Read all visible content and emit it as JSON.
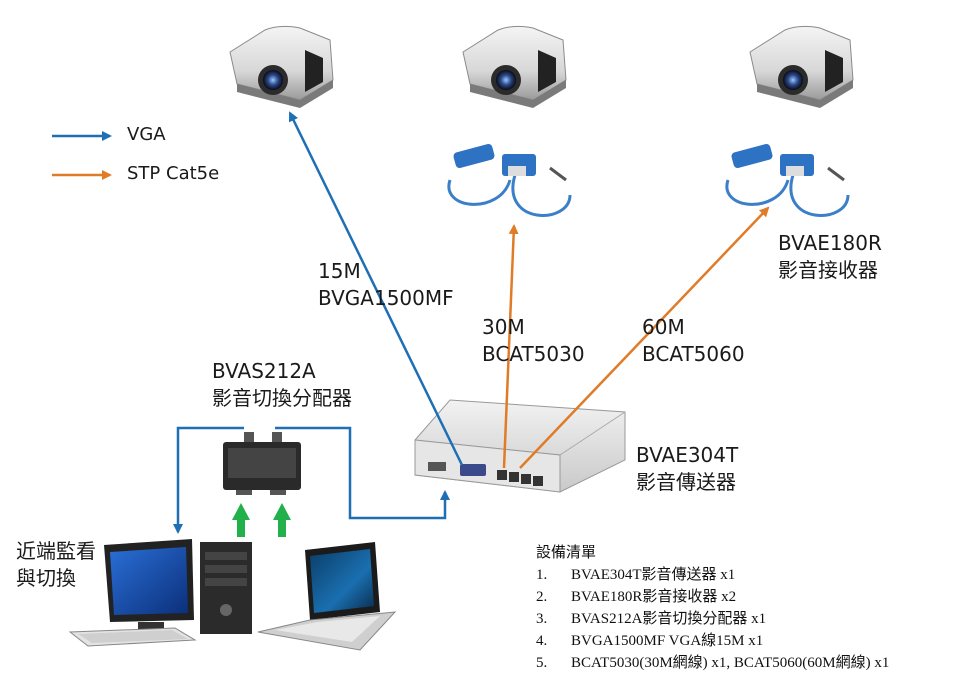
{
  "legend": {
    "vga": {
      "label": "VGA",
      "color": "#1f6fb5"
    },
    "stp": {
      "label": "STP Cat5e",
      "color": "#e07b27"
    }
  },
  "cables": {
    "vga_link": {
      "line1": "15M",
      "line2": "BVGA1500MF"
    },
    "cat_30": {
      "line1": "30M",
      "line2": "BCAT5030"
    },
    "cat_60": {
      "line1": "60M",
      "line2": "BCAT5060"
    }
  },
  "devices": {
    "switcher": {
      "model": "BVAS212A",
      "desc": "影音切換分配器"
    },
    "transmitter": {
      "model": "BVAE304T",
      "desc": "影音傳送器"
    },
    "receiver": {
      "model": "BVAE180R",
      "desc": "影音接收器"
    },
    "monitor_station": {
      "line1": "近端監看",
      "line2": "與切換"
    }
  },
  "equipment_list": {
    "title": "設備清單",
    "items": [
      {
        "num": "1.",
        "text": "BVAE304T影音傳送器 x1"
      },
      {
        "num": "2.",
        "text": "BVAE180R影音接收器 x2"
      },
      {
        "num": "3.",
        "text": "BVAS212A影音切換分配器 x1"
      },
      {
        "num": "4.",
        "text": "BVGA1500MF VGA線15M x1"
      },
      {
        "num": "5.",
        "text": "BCAT5030(30M網線) x1, BCAT5060(60M網線) x1"
      }
    ]
  },
  "icons": [
    "projector-icon",
    "receiver-dongle-icon",
    "switcher-box-icon",
    "transmitter-box-icon",
    "desktop-pc-icon",
    "laptop-icon",
    "up-arrow-icon"
  ]
}
